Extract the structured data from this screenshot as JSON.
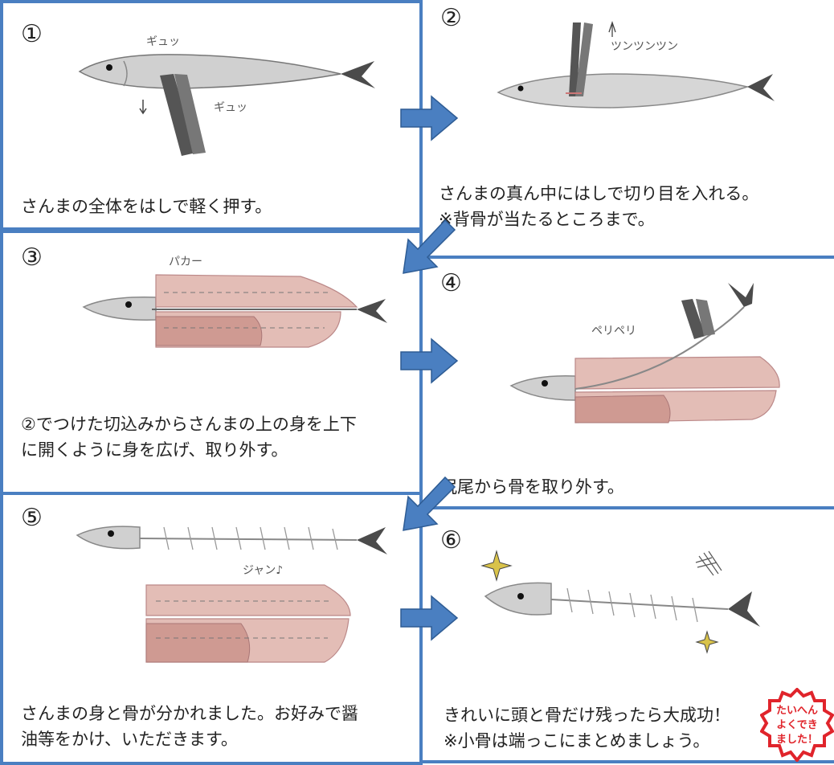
{
  "steps": [
    {
      "num": "①",
      "caption": "さんまの全体をはしで軽く押す。",
      "sfx": [
        "ギュッ",
        "ギュッ"
      ]
    },
    {
      "num": "②",
      "caption": "さんまの真ん中にはしで切り目を入れる。\n※背骨が当たるところまで。",
      "sfx": [
        "ツンツンツン"
      ]
    },
    {
      "num": "③",
      "caption": "②でつけた切込みからさんまの上の身を上下\nに開くように身を広げ、取り外す。",
      "sfx": [
        "パカー"
      ]
    },
    {
      "num": "④",
      "caption": "尻尾から骨を取り外す。",
      "sfx": [
        "ペリペリ"
      ]
    },
    {
      "num": "⑤",
      "caption": "さんまの身と骨が分かれました。お好みで醤\n油等をかけ、いただきます。",
      "sfx": [
        "ジャン♪"
      ]
    },
    {
      "num": "⑥",
      "caption": "きれいに頭と骨だけ残ったら大成功！\n※小骨は端っこにまとめましょう。",
      "sfx": []
    }
  ],
  "stamp": {
    "lines": [
      "たいへん",
      "よくでき",
      "ました！"
    ]
  },
  "colors": {
    "border": "#4a7fc1",
    "arrow": "#4a7fc1",
    "stamp": "#e0242b",
    "flesh": "#d9a79f",
    "fish_body": "#c9c9c9"
  }
}
